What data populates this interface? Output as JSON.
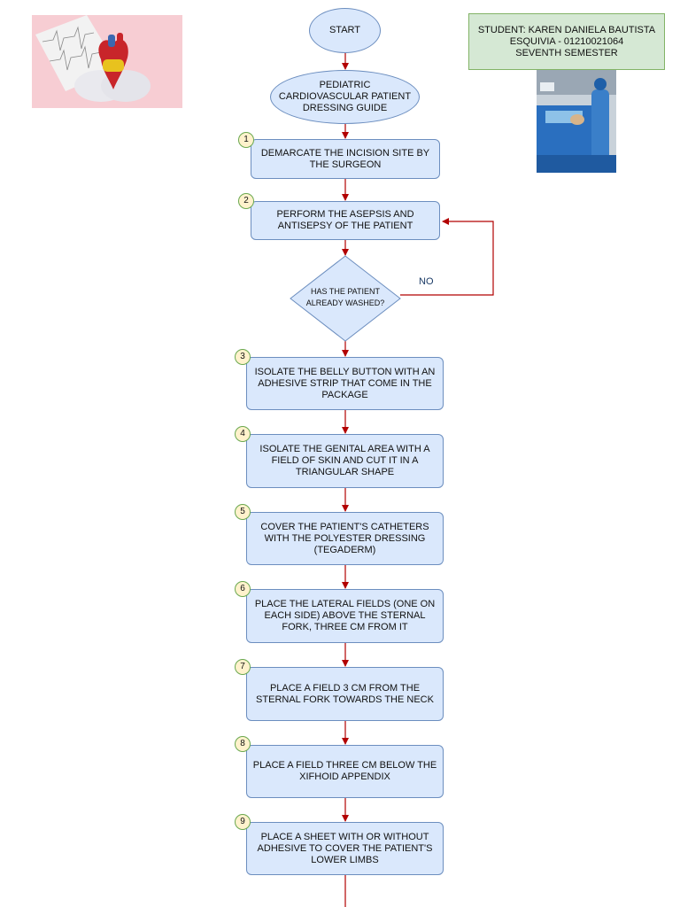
{
  "start": "START",
  "title": "PEDIATRIC CARDIOVASCULAR PATIENT DRESSING GUIDE",
  "student": {
    "line1": "STUDENT: KAREN DANIELA BAUTISTA",
    "line2": "ESQUIVIA - 01210021064",
    "line3": "SEVENTH SEMESTER"
  },
  "decision": {
    "text": "HAS THE PATIENT ALREADY WASHED?",
    "no_label": "NO"
  },
  "steps": [
    {
      "num": "1",
      "text": "DEMARCATE THE INCISION SITE BY THE SURGEON"
    },
    {
      "num": "2",
      "text": "PERFORM THE ASEPSIS AND ANTISEPSY OF THE PATIENT"
    },
    {
      "num": "3",
      "text": "ISOLATE THE BELLY BUTTON WITH AN ADHESIVE STRIP THAT COME IN THE PACKAGE"
    },
    {
      "num": "4",
      "text": "ISOLATE THE GENITAL AREA WITH A FIELD OF SKIN AND CUT IT IN A TRIANGULAR SHAPE"
    },
    {
      "num": "5",
      "text": "COVER THE PATIENT'S CATHETERS WITH THE POLYESTER DRESSING (TEGADERM)"
    },
    {
      "num": "6",
      "text": "PLACE THE LATERAL FIELDS (ONE ON EACH SIDE) ABOVE THE STERNAL FORK, THREE CM FROM IT"
    },
    {
      "num": "7",
      "text": "PLACE A FIELD 3 CM FROM THE STERNAL FORK TOWARDS THE NECK"
    },
    {
      "num": "8",
      "text": "PLACE A FIELD THREE CM BELOW THE XIFHOID APPENDIX"
    },
    {
      "num": "9",
      "text": "PLACE A SHEET WITH OR WITHOUT ADHESIVE TO COVER THE PATIENT'S LOWER LIMBS"
    }
  ],
  "colors": {
    "node_fill": "#dae8fc",
    "node_stroke": "#6c8ebf",
    "student_fill": "#d5e8d4",
    "student_stroke": "#82b366",
    "badge_fill": "#fff2cc",
    "badge_stroke": "#6aa84f",
    "arrow": "#b20000"
  },
  "images": {
    "top_left": "heart-model-in-hands-photo",
    "top_right": "operating-room-photo"
  }
}
